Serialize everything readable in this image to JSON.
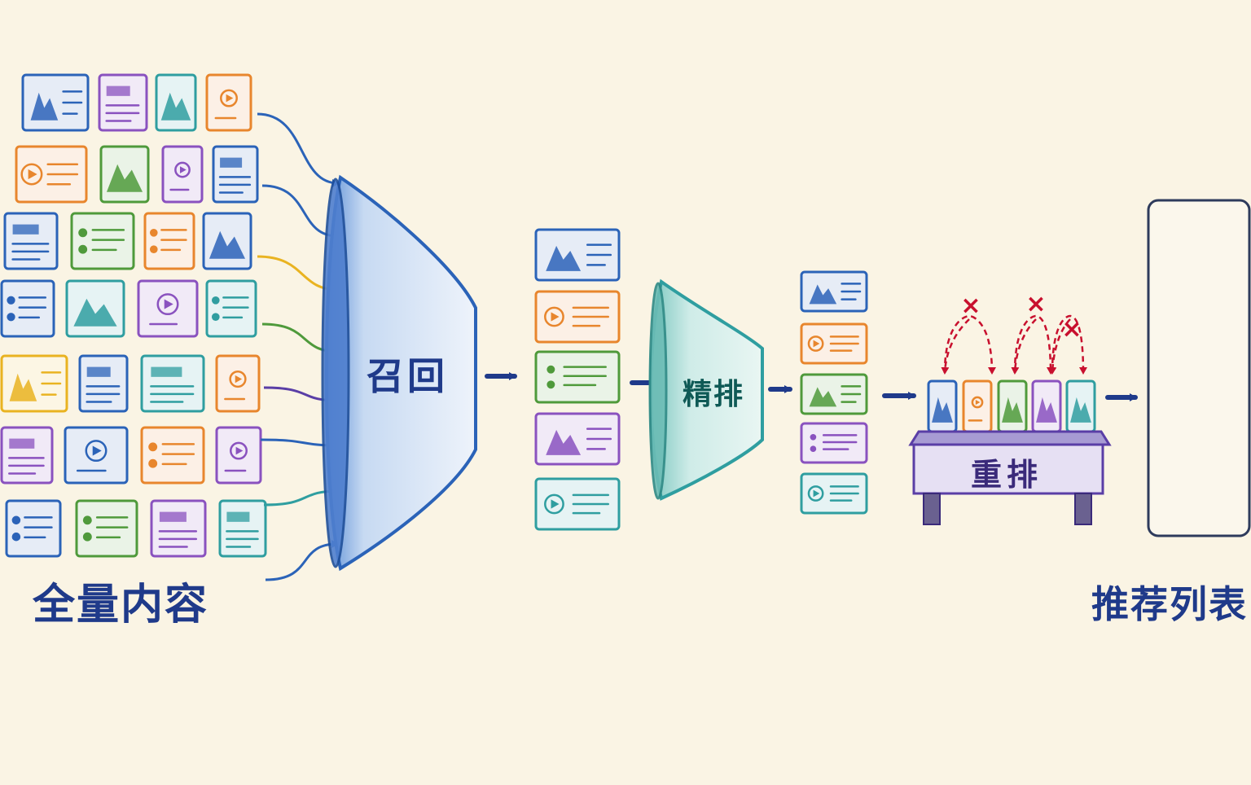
{
  "stages": {
    "corpus": "全量内容",
    "recall": "召回",
    "ranking": "精排",
    "rerank": "重排",
    "final": "推荐列表"
  },
  "colors": {
    "blue": "#2b63b8",
    "purple": "#8a52bf",
    "teal": "#2f9ea0",
    "orange": "#e8862d",
    "green": "#4f9a3b",
    "red": "#c8102e",
    "ink": "#1f3a8a",
    "yellow": "#e9b321",
    "indigo": "#5a3ea6"
  },
  "rerank_markers": [
    "×",
    "×",
    "×"
  ]
}
